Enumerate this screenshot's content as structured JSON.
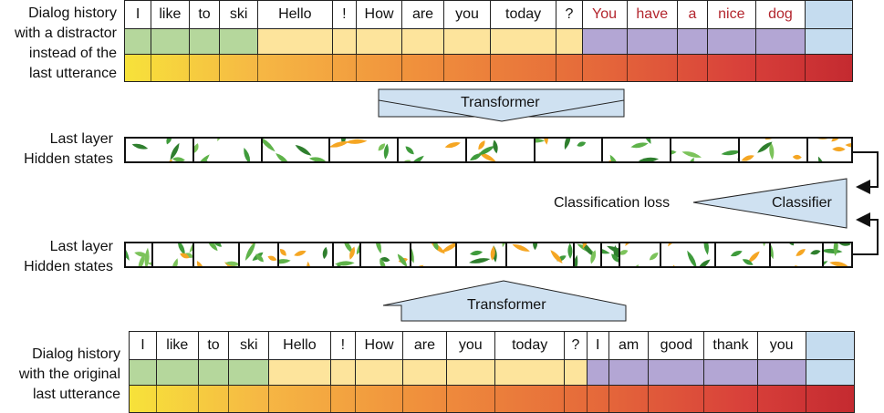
{
  "top": {
    "label": "Dialog history\nwith a distractor\ninstead of the\nlast utterance",
    "tokens": [
      "I",
      "like",
      "to",
      "ski",
      "Hello",
      "!",
      "How",
      "are",
      "you",
      "today",
      "?",
      "You",
      "have",
      "a",
      "nice",
      "dog",
      ""
    ],
    "red_from": 11
  },
  "transformer_top": "Transformer",
  "hidden_top_label": "Last layer\nHidden states",
  "classification_loss": "Classification loss",
  "classifier": "Classifier",
  "hidden_bottom_label": "Last layer\nHidden states",
  "transformer_bottom": "Transformer",
  "bottom": {
    "label": "Dialog history\nwith the original\nlast utterance",
    "tokens": [
      "I",
      "like",
      "to",
      "ski",
      "Hello",
      "!",
      "How",
      "are",
      "you",
      "today",
      "?",
      "I",
      "am",
      "good",
      "thank",
      "you",
      ""
    ]
  },
  "colors": {
    "green": "#b5d79c",
    "yellow": "#fde49c",
    "purple": "#b3a6d4",
    "blue": "#c5dcef",
    "arrow_fill": "#cfe1f1"
  }
}
